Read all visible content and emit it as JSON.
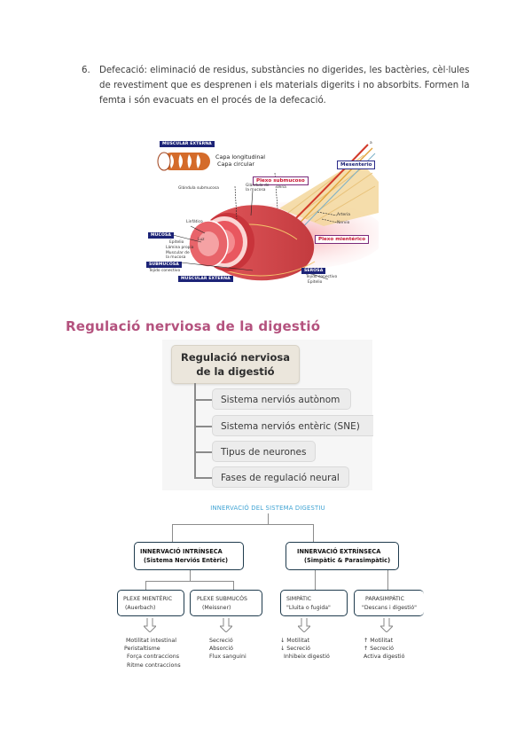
{
  "paragraph": {
    "number": "6.",
    "text": "Defecació: eliminació de residus, substàncies no digerides, les bactèries, cèl·lules de revestiment que es desprenen i els materials digerits i no absorbits. Formen la femta i són evacuats en el procés de la defecació."
  },
  "anatomy_figure": {
    "corner_mark": "a",
    "muscular_label": "MUSCULAR EXTERNA",
    "layers_caption": [
      "Capa longitudinal",
      "Capa circular"
    ],
    "plexo_submucoso": "Plexo submucoso",
    "plexo_mienterico": "Plexo mientérico",
    "mesenterio": "Mesenterio",
    "mucosa": "MUCOSA",
    "mucosa_sub": [
      "Epitelio",
      "Lámina propia",
      "Muscular de la mucosa"
    ],
    "submucosa": "SUBMUCOSA",
    "submucosa_sub": "Tejido conectivo",
    "muscular_externa_bottom": "MUSCULAR EXTERNA",
    "serosa": "SEROSA",
    "serosa_sub": [
      "Tejido conectivo",
      "Epitelio"
    ],
    "small_labels": [
      "Glándula submucosa",
      "Glándula de la mucosa",
      "Vena",
      "Arteria",
      "Nervio",
      "Linfático",
      "Luz"
    ]
  },
  "section": {
    "title": "Regulació nerviosa de la digestió"
  },
  "mindmap": {
    "root": [
      "Regulació nerviosa",
      "de la digestió"
    ],
    "nodes": [
      "Sistema nerviós autònom",
      "Sistema nerviós entèric (SNE)",
      "Tipus de neurones",
      "Fases de regulació neural"
    ]
  },
  "innervation": {
    "title": "INNERVACIÓ DEL SISTEMA DIGESTIU",
    "intrinsic": {
      "title": "INNERVACIÓ INTRÍNSECA",
      "subtitle": "(Sistema Nerviós Entèric)"
    },
    "extrinsic": {
      "title": "INNERVACIÓ EXTRÍNSECA",
      "subtitle": "(Simpàtic & Parasimpàtic)"
    },
    "leaves": [
      {
        "title": "PLEXE MIENTÈRIC",
        "subtitle": "(Auerbach)",
        "effects": [
          "Motilitat intestinal",
          "Peristaltisme",
          "Força contraccions",
          "Ritme contraccions"
        ]
      },
      {
        "title": "PLEXE SUBMUCÓS",
        "subtitle": "(Meissner)",
        "effects": [
          "Secreció",
          "Absorció",
          "Flux sanguini"
        ]
      },
      {
        "title": "SIMPÀTIC",
        "subtitle": "\"Lluita o fugida\"",
        "effects": [
          "↓ Motilitat",
          "↓ Secreció",
          "Inhibeix digestió"
        ]
      },
      {
        "title": "PARASIMPÀTIC",
        "subtitle": "\"Descans i digestió\"",
        "effects": [
          "↑ Motilitat",
          "↑ Secreció",
          "Activa digestió"
        ]
      }
    ]
  },
  "colors": {
    "heading": "#b4527e",
    "diagram_title": "#3fa3d3",
    "anatomy_label_bg": "#1c2377",
    "mindmap_root_bg": "#ebe6dc"
  }
}
